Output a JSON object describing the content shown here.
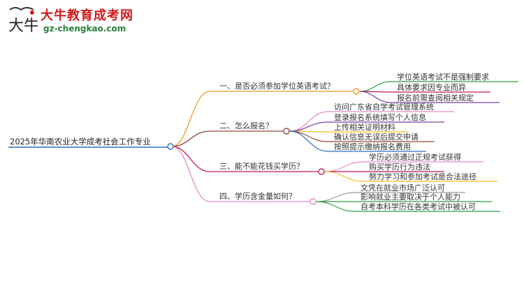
{
  "logo": {
    "title": "大牛教育成考网",
    "url": "gz-chengkao.com",
    "mark_glyph": "大牛"
  },
  "root": {
    "label": "2025年华南农业大学成考社会工作专业"
  },
  "colors": {
    "orange": "#f39a1e",
    "brown": "#8e4b3c",
    "crimson": "#c2185b",
    "pink": "#e88ac8",
    "green": "#2e9e3e",
    "blue": "#2e6ec1",
    "purple": "#7b3fa0"
  },
  "branches": [
    {
      "label": "一、是否必须参加学位英语考试？",
      "children": [
        "学位英语考试不是强制要求",
        "具体要求因专业而异",
        "报名前需查阅相关规定"
      ]
    },
    {
      "label": "二、怎么报名？",
      "children": [
        "访问广东省自学考试管理系统",
        "登录报名系统填写个人信息",
        "上传相关证明材料",
        "确认信息无误后提交申请",
        "按照提示缴纳报名费用"
      ]
    },
    {
      "label": "三、能不能花钱买学历？",
      "children": [
        "学历必须通过正规考试获得",
        "购买学历行为违法",
        "努力学习和参加考试是合法途径"
      ]
    },
    {
      "label": "四、学历含金量如何？",
      "children": [
        "文凭在就业市场广泛认可",
        "影响就业主要取决于个人能力",
        "自考本科学历在各类考试中被认可"
      ]
    }
  ]
}
